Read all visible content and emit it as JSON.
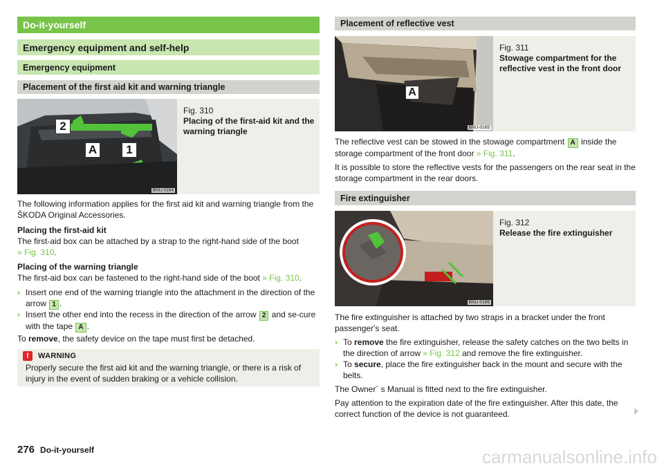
{
  "left": {
    "section_title": "Do-it-yourself",
    "chapter_title": "Emergency equipment and self-help",
    "subchapter_title": "Emergency equipment",
    "topic_title": "Placement of the first aid kit and warning triangle",
    "figure": {
      "number": "Fig. 310",
      "title": "Placing of the first-aid kit and the warning triangle",
      "image_code": "BNU-0164",
      "labels": [
        "2",
        "A",
        "1"
      ]
    },
    "intro": "The following information applies for the first aid kit and warning triangle from the ŠKODA Original Accessories.",
    "first_aid_heading": "Placing the first-aid kit",
    "first_aid_text": "The first-aid box can be attached by a strap to the right-hand side of the boot",
    "first_aid_ref": "» Fig. 310",
    "first_aid_end": ".",
    "triangle_heading": "Placing of the warning triangle",
    "triangle_text": "The first-aid box can be fastened to the right-hand side of the boot",
    "triangle_ref": "» Fig. 310",
    "triangle_end": ".",
    "bullets": [
      {
        "text_a": "Insert one end of the warning triangle into the attachment in the direction of the arrow",
        "tag": "1",
        "text_b": "."
      },
      {
        "text_a": "Insert the other end into the recess in the direction of the arrow",
        "tag": "2",
        "text_b": "and se-cure with the tape",
        "tag2": "A",
        "text_c": "."
      }
    ],
    "remove_pre": "To ",
    "remove_bold": "remove",
    "remove_post": ", the safety device on the tape must first be detached.",
    "warning_label": "WARNING",
    "warning_icon": "!",
    "warning_text": "Properly secure the first aid kit and the warning triangle, or there is a risk of injury in the event of sudden braking or a vehicle collision."
  },
  "right": {
    "topic_title": "Placement of reflective vest",
    "figure1": {
      "number": "Fig. 311",
      "title": "Stowage compartment for the reflective vest in the front door",
      "image_code": "BNU-0165",
      "label": "A"
    },
    "vest_text_a": "The reflective vest can be stowed in the stowage compartment",
    "vest_tag": "A",
    "vest_text_b": "inside the storage compartment of the front door",
    "vest_ref": "» Fig. 311",
    "vest_end": ".",
    "vest_rear": "It is possible to store the reflective vests for the passengers on the rear seat in the storage compartment in the rear doors.",
    "fire_title": "Fire extinguisher",
    "figure2": {
      "number": "Fig. 312",
      "title": "Release the fire extinguisher",
      "image_code": "BNU-0166"
    },
    "fire_intro": "The fire extinguisher is attached by two straps in a bracket under the front passenger's seat.",
    "fire_bullets": [
      {
        "pre": "To ",
        "bold": "remove",
        "text": " the fire extinguisher, release the safety catches on the two belts in the direction of arrow ",
        "ref": "» Fig. 312",
        "post": " and remove the fire extinguisher."
      },
      {
        "pre": "To ",
        "bold": "secure",
        "text": ", place the fire extinguisher back in the mount and secure with the belts.",
        "ref": "",
        "post": ""
      }
    ],
    "owner_manual": "The Owner´ s Manual is fitted next to the fire extinguisher.",
    "expiration": "Pay attention to the expiration date of the fire extinguisher. After this date, the correct function of the device is not guaranteed."
  },
  "footer": {
    "page_number": "276",
    "section": "Do-it-yourself"
  },
  "watermark": "carmanualsonline.info",
  "colors": {
    "accent_green": "#78c449",
    "light_green": "#c8e6b0",
    "grey_bar": "#d2d2cf",
    "figure_bg": "#efefe9",
    "warning_red": "#e0242b"
  }
}
